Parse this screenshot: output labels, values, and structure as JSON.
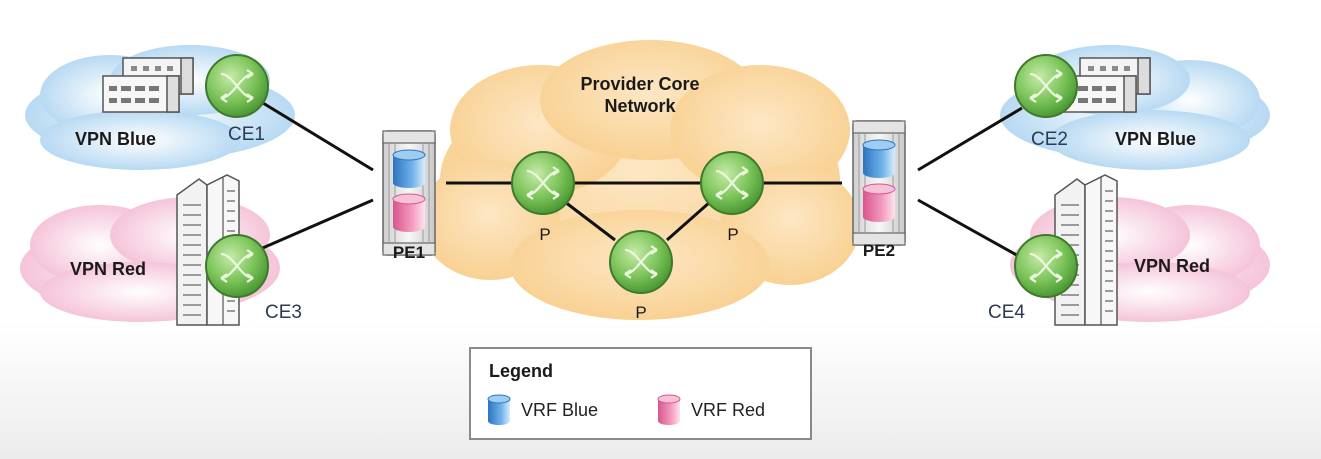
{
  "core": {
    "title_line1": "Provider Core",
    "title_line2": "Network"
  },
  "nodes": {
    "ce1": "CE1",
    "ce2": "CE2",
    "ce3": "CE3",
    "ce4": "CE4",
    "pe1": "PE1",
    "pe2": "PE2",
    "p_left": "P",
    "p_bottom": "P",
    "p_right": "P"
  },
  "sites": {
    "left_blue": "VPN Blue",
    "left_red": "VPN Red",
    "right_blue": "VPN Blue",
    "right_red": "VPN Red"
  },
  "legend": {
    "title": "Legend",
    "items": [
      {
        "label": "VRF Blue",
        "color": "#3a8fd6",
        "icon": "cylinder-icon"
      },
      {
        "label": "VRF Red",
        "color": "#e77aa8",
        "icon": "cylinder-icon"
      }
    ]
  },
  "colors": {
    "router": "#7cc45a",
    "core_cloud": "#fbd9a3",
    "blue_cloud": "#bcdcf3",
    "red_cloud": "#f6c8dc",
    "link": "#111111"
  }
}
